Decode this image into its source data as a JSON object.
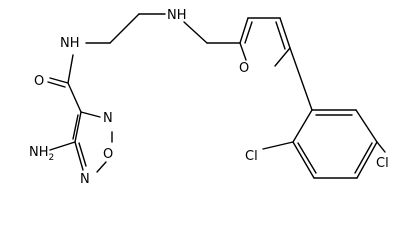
{
  "molecule": {
    "atoms": {
      "nh_amide": "NH",
      "o_carbonyl": "O",
      "n_ring_top": "N",
      "o_ring": "O",
      "n_ring_bottom": "N",
      "nh2": "NH",
      "nh2_sub": "2",
      "nh_amine": "NH",
      "o_furan": "O",
      "cl_ortho": "Cl",
      "cl_para": "Cl"
    }
  }
}
